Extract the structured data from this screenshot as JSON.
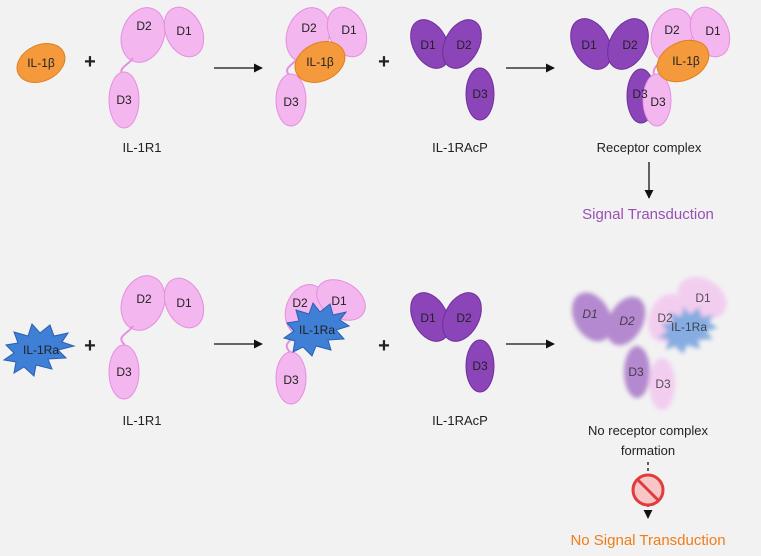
{
  "colors": {
    "receptor_pink": "#f3b6ee",
    "receptor_pink_stroke": "#e48fe0",
    "accessory_purple": "#8b45b8",
    "ligand_orange": "#f49a3c",
    "antagonist_blue": "#3f7fd6",
    "signal_text": "#9b4fb6",
    "no_signal_text": "#ef7d1a",
    "no_sign_red": "#e23b3b"
  },
  "ligands": {
    "il1b": "IL-1β",
    "il1ra": "IL-1Ra"
  },
  "domains": {
    "d1": "D1",
    "d2": "D2",
    "d3": "D3"
  },
  "operators": {
    "plus": "+"
  },
  "row1": {
    "receptor_label": "IL-1R1",
    "accessory_label": "IL-1RAcP",
    "complex_label": "Receptor complex",
    "outcome": "Signal Transduction"
  },
  "row2": {
    "receptor_label": "IL-1R1",
    "accessory_label": "IL-1RAcP",
    "complex_label_line1": "No receptor complex",
    "complex_label_line2": "formation",
    "outcome": "No Signal Transduction"
  }
}
